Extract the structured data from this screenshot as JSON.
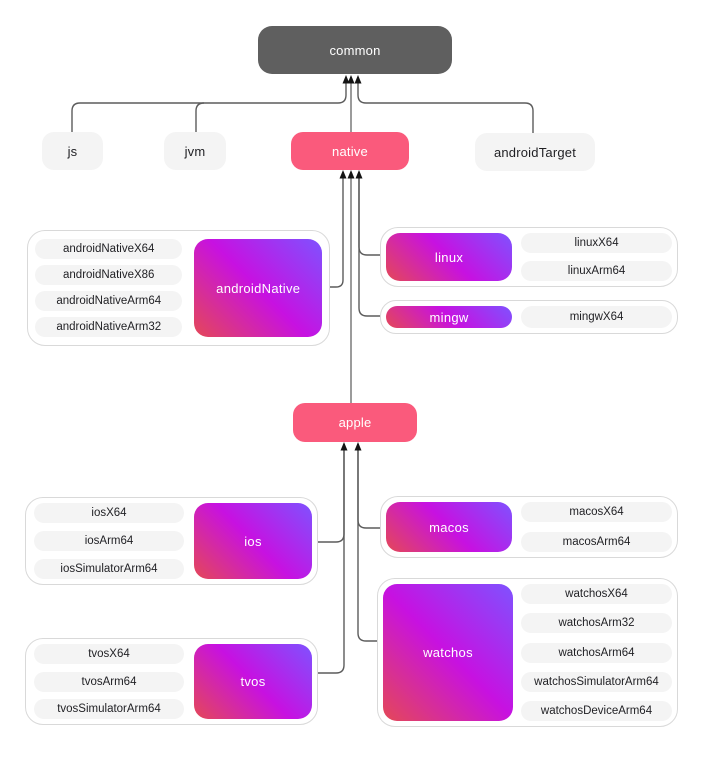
{
  "colors": {
    "root_bg": "#5F5F5F",
    "accent_pink": "#FA5A7C",
    "gradient_start": "#E44857",
    "gradient_mid": "#C711E1",
    "gradient_end": "#7F52FF",
    "pill_bg": "#F4F4F4",
    "group_border": "#D9D9D9",
    "line": "#5C5C5C",
    "spine": "#9B9B9B",
    "arrow": "#141414"
  },
  "nodes": {
    "common": "common",
    "js": "js",
    "jvm": "jvm",
    "native": "native",
    "androidTarget": "androidTarget",
    "apple": "apple"
  },
  "groups": {
    "androidNative": {
      "label": "androidNative",
      "items": [
        "androidNativeX64",
        "androidNativeX86",
        "androidNativeArm64",
        "androidNativeArm32"
      ]
    },
    "linux": {
      "label": "linux",
      "items": [
        "linuxX64",
        "linuxArm64"
      ]
    },
    "mingw": {
      "label": "mingw",
      "items": [
        "mingwX64"
      ]
    },
    "ios": {
      "label": "ios",
      "items": [
        "iosX64",
        "iosArm64",
        "iosSimulatorArm64"
      ]
    },
    "macos": {
      "label": "macos",
      "items": [
        "macosX64",
        "macosArm64"
      ]
    },
    "tvos": {
      "label": "tvos",
      "items": [
        "tvosX64",
        "tvosArm64",
        "tvosSimulatorArm64"
      ]
    },
    "watchos": {
      "label": "watchos",
      "items": [
        "watchosX64",
        "watchosArm32",
        "watchosArm64",
        "watchosSimulatorArm64",
        "watchosDeviceArm64"
      ]
    }
  }
}
